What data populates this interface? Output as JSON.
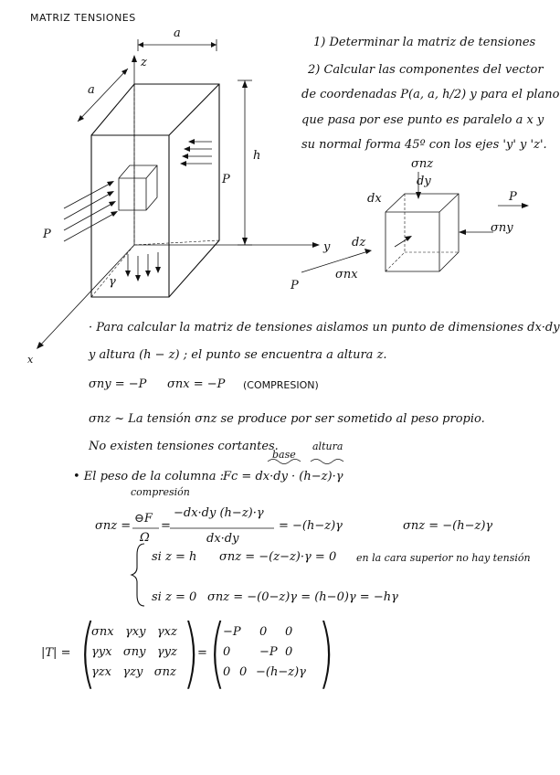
{
  "title": "MATRIZ TENSIONES",
  "statement": {
    "line1": "1) Determinar la matriz de tensiones",
    "line2": "2) Calcular las componentes del vector",
    "line3": "de coordenadas P(a, a, h/2) y para el plano",
    "line4": "que pasa por ese punto es paralelo a x y",
    "line5": "su normal forma 45º con los ejes 'y' y 'z'."
  },
  "figure_labels": {
    "a_top": "a",
    "a_side": "a",
    "z": "z",
    "h": "h",
    "P_right": "P",
    "P_left": "P",
    "y": "y",
    "x": "x",
    "gamma": "γ"
  },
  "element_labels": {
    "snz": "σnz",
    "dy": "dy",
    "dx": "dx",
    "P_right": "P",
    "sny": "σny",
    "dz": "dz",
    "P_left": "P",
    "snx": "σnx"
  },
  "body": {
    "l1": "· Para calcular la matriz de tensiones aislamos un punto de dimensiones dx·dy",
    "l2": "y altura (h − z) ; el punto se encuentra a altura z.",
    "sny": "σny = −P",
    "snx": "σnx = −P",
    "compresion": "(COMPRESION)",
    "l3": "σnz ~ La tensión σnz se produce por ser sometido al peso propio.",
    "l4": "No existen tensiones cortantes.",
    "base": "base",
    "altura": "altura",
    "peso_label": "• El peso de la columna :",
    "peso_formula": "Fc = dx·dy · (h−z)·γ",
    "compresion2": "compresión",
    "snz_eq_lhs": "σnz =",
    "snz_frac1_num": "⊖F",
    "snz_frac1_den": "Ω",
    "snz_eq": "=",
    "snz_frac2_num": "−dx·dy (h−z)·γ",
    "snz_frac2_den": "dx·dy",
    "snz_result": "= −(h−z)γ",
    "snz_boxed": "σnz = −(h−z)γ",
    "case1_cond": "si z = h",
    "case1_expr": "σnz = −(z−z)·γ = 0",
    "case1_note": "en la cara superior no hay tensión",
    "case2_cond": "si z = 0",
    "case2_expr": "σnz = −(0−z)γ = (h−0)γ = −hγ",
    "T_label": "|T| =",
    "matrix_left": [
      [
        "σnx",
        "γxy",
        "γxz"
      ],
      [
        "γyx",
        "σny",
        "γyz"
      ],
      [
        "γzx",
        "γzy",
        "σnz"
      ]
    ],
    "equals": "=",
    "matrix_right": [
      [
        "−P",
        "0",
        "0"
      ],
      [
        "0",
        "−P",
        "0"
      ],
      [
        "0",
        "0",
        "−(h−z)γ"
      ]
    ]
  }
}
